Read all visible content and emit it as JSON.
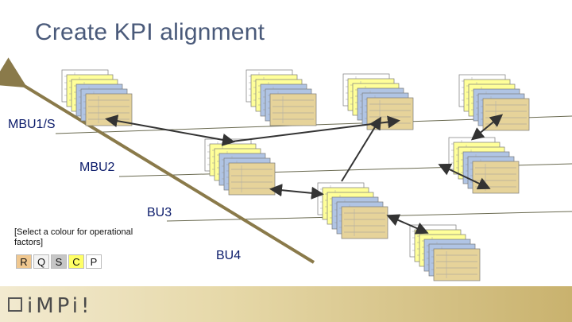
{
  "title": "Create KPI alignment",
  "levels": {
    "l1": "MBU1/S",
    "l2": "MBU2",
    "l3": "BU3",
    "l4": "BU4"
  },
  "note": "[Select a colour for operational factors]",
  "factors": [
    {
      "label": "R",
      "color": "#f0c890"
    },
    {
      "label": "Q",
      "color": "#f3f3f3"
    },
    {
      "label": "S",
      "color": "#c6c6c6"
    },
    {
      "label": "C",
      "color": "#ffff66"
    },
    {
      "label": "P",
      "color": "#ffffff"
    }
  ],
  "logo": "iMPi!",
  "colors": {
    "title": "#4a5a7a",
    "labels": "#0a1a6a",
    "arrow": "#8a7a4a",
    "card_border": "#7a7a7a",
    "card_white": "#ffffff",
    "card_yellow": "#ffff99",
    "card_blue": "#b0c4e4",
    "card_tan": "#e6d39a"
  }
}
